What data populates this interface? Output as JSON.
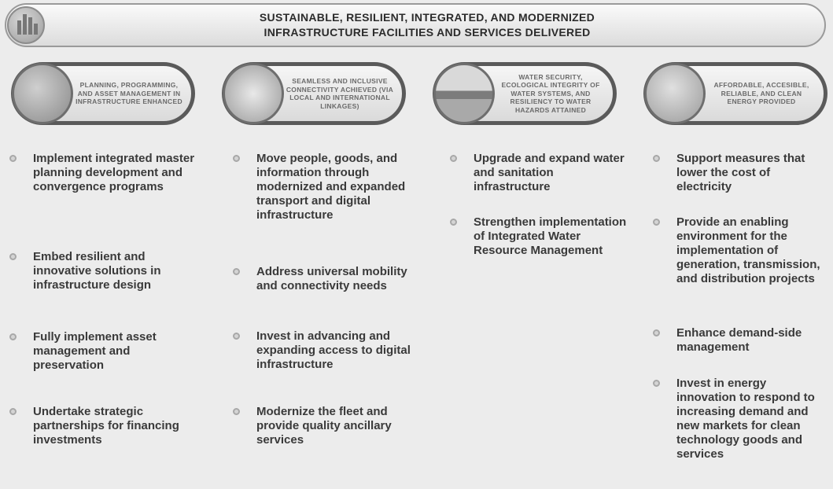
{
  "banner": {
    "line1": "SUSTAINABLE, RESILIENT, INTEGRATED, AND MODERNIZED",
    "line2": "INFRASTRUCTURE FACILITIES AND SERVICES DELIVERED",
    "icon": "buildings-icon"
  },
  "pills": [
    {
      "text": "PLANNING, PROGRAMMING, AND ASSET MANAGEMENT IN INFRASTRUCTURE ENHANCED",
      "icon": "planning-icon"
    },
    {
      "text": "SEAMLESS AND INCLUSIVE CONNECTIVITY ACHIEVED (VIA LOCAL AND INTERNATIONAL LINKAGES)",
      "icon": "connectivity-icon"
    },
    {
      "text": "WATER SECURITY, ECOLOGICAL INTEGRITY OF WATER SYSTEMS, AND RESILIENCY TO WATER HAZARDS ATTAINED",
      "icon": "water-icon"
    },
    {
      "text": "AFFORDABLE, ACCESIBLE, RELIABLE, AND CLEAN ENERGY PROVIDED",
      "icon": "energy-icon"
    }
  ],
  "columns": [
    [
      "Implement integrated master planning development and convergence programs",
      "Embed resilient and innovative solutions in infrastructure design",
      "Fully implement asset management and preservation",
      "Undertake strategic partnerships for financing investments"
    ],
    [
      "Move people, goods, and information through modernized and expanded transport and digital infrastructure",
      "Address universal mobility and connectivity needs",
      "Invest in advancing and expanding access to digital infrastructure",
      "Modernize the fleet and provide quality ancillary services"
    ],
    [
      "Upgrade and expand water and sanitation infrastructure",
      "Strengthen implementation of Integrated Water Resource Management"
    ],
    [
      "Support measures that lower the cost of electricity",
      "Provide an enabling environment for the implementation of generation, transmission, and distribution projects",
      "Enhance demand-side management",
      "Invest in energy innovation to respond to increasing demand and new markets for clean technology goods and services"
    ]
  ]
}
